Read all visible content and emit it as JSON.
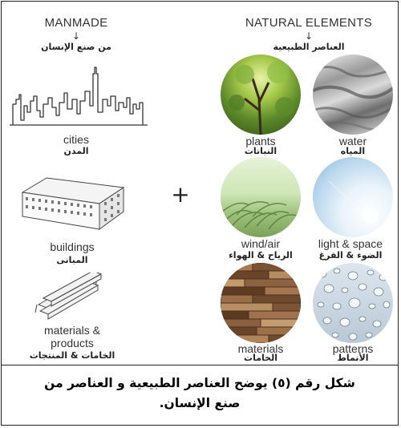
{
  "left_column": {
    "header": "MANMADE",
    "arrow": "↓",
    "header_ar": "من صنع الإنسان",
    "items": [
      {
        "label_en": "cities",
        "label_ar": "المدن",
        "icon": "city-skyline-icon"
      },
      {
        "label_en": "buildings",
        "label_ar": "المبانى",
        "icon": "building-block-icon"
      },
      {
        "label_en": "materials &",
        "label_en_2": "products",
        "label_ar": "الخامات & المنتجات",
        "icon": "timber-planks-icon"
      }
    ]
  },
  "plus": "+",
  "right_column": {
    "header": "NATURAL ELEMENTS",
    "arrow": "↓",
    "header_ar": "العناصر الطبيعية",
    "items": [
      {
        "label_en": "plants",
        "label_ar": "النباتات",
        "icon": "tree-canopy-photo"
      },
      {
        "label_en": "water",
        "label_ar": "المياه",
        "icon": "water-ripple-photo"
      },
      {
        "label_en": "wind/air",
        "label_ar": "الرياح & الهواء",
        "icon": "wind-grass-photo"
      },
      {
        "label_en": "light & space",
        "label_ar": "الضوء & الفرغ",
        "icon": "sky-light-photo"
      },
      {
        "label_en": "materials",
        "label_ar": "الخامات",
        "icon": "stone-wall-photo"
      },
      {
        "label_en": "patterns",
        "label_ar": "الأنماط",
        "icon": "water-droplets-photo"
      }
    ]
  },
  "caption": {
    "line1": "شكل رقم (٥) يوضح العناصر الطبيعية و العناصر من",
    "line2": "صنع الإنسان."
  }
}
